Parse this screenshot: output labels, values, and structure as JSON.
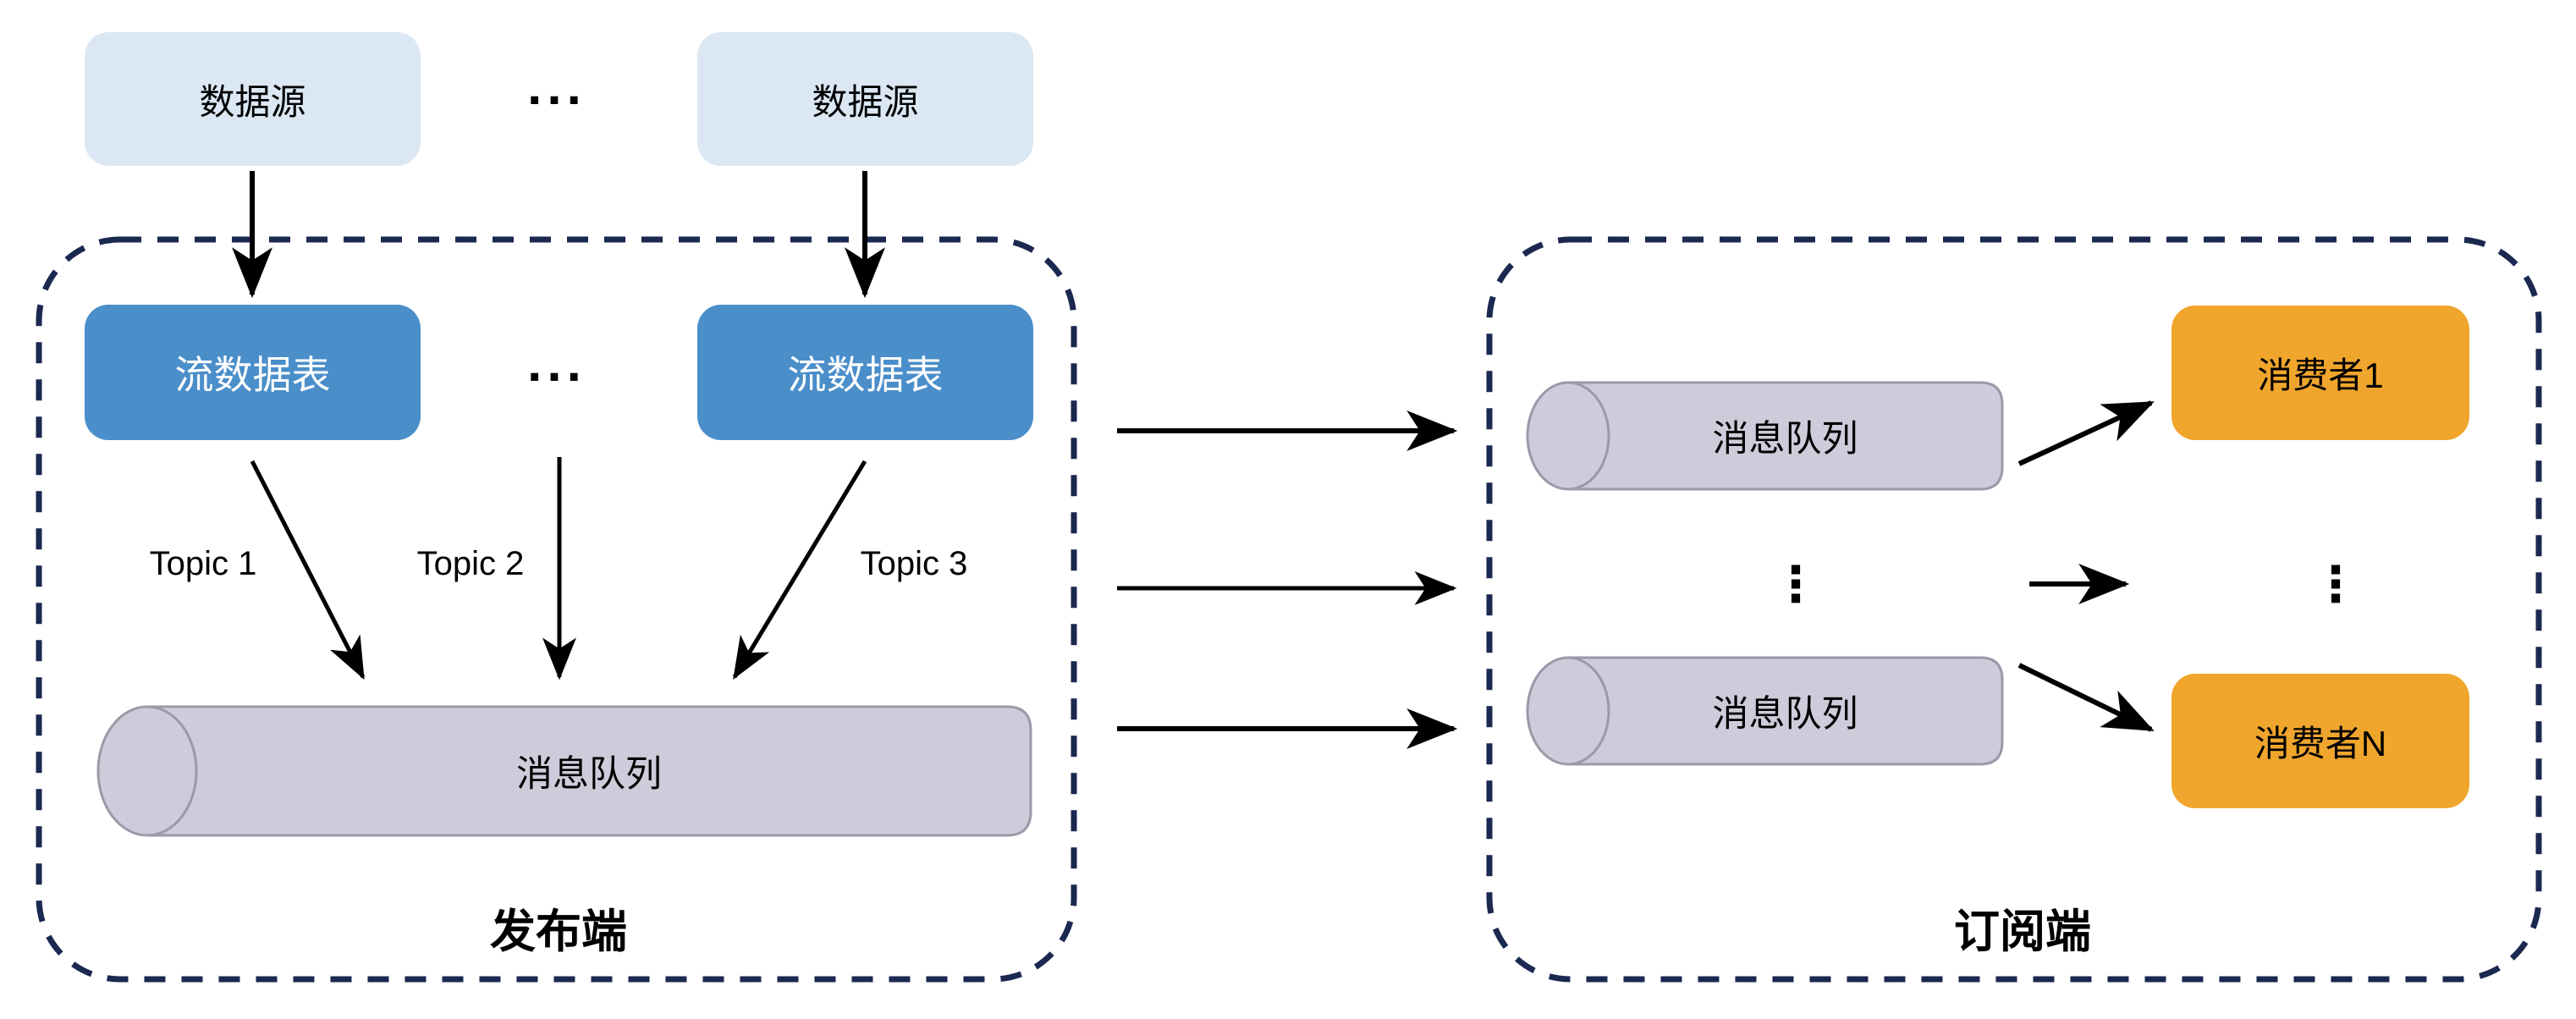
{
  "publisher": {
    "label": "发布端",
    "datasources": [
      "数据源",
      "数据源"
    ],
    "datasource_ellipsis": "...",
    "stream_tables": [
      "流数据表",
      "流数据表"
    ],
    "stream_ellipsis": "...",
    "topic_labels": [
      "Topic 1",
      "Topic 2",
      "Topic 3"
    ],
    "message_queue": "消息队列"
  },
  "subscriber": {
    "label": "订阅端",
    "message_queues": [
      "消息队列",
      "消息队列"
    ],
    "queue_ellipsis": "⋮",
    "consumers": [
      "消费者1",
      "消费者N"
    ],
    "consumer_ellipsis": "⋮"
  },
  "colors": {
    "datasource_fill": "#DBE8F4",
    "stream_fill": "#4A8ECA",
    "stream_text": "#FFFFFF",
    "queue_fill": "#CECCDA",
    "queue_stroke": "#9B99A9",
    "consumer_fill": "#F0A52C",
    "container_border": "#1B2850",
    "arrow": "#000000"
  }
}
